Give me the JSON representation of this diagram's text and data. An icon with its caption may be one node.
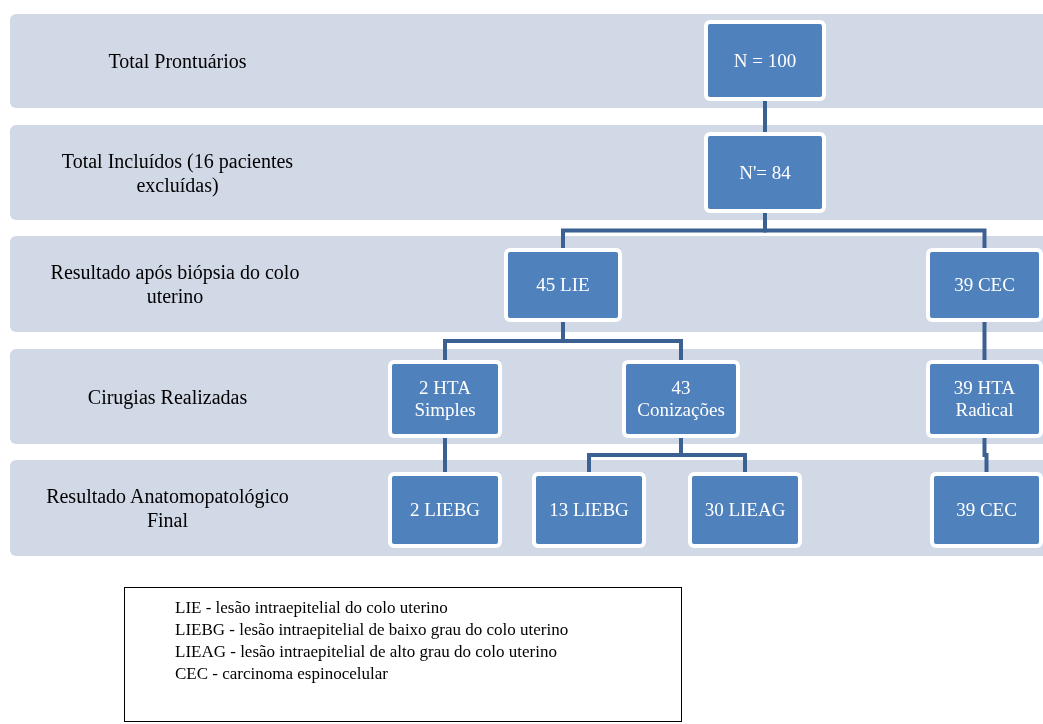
{
  "diagram": {
    "nodes": [
      {
        "text": [
          "Total Prontuários"
        ]
      },
      {
        "text": [
          "N = 100"
        ],
        "in": 0
      },
      {
        "text": [
          "Total Incluídos (16 pacientes excluídas)"
        ]
      },
      {
        "text": [
          "N'= 84"
        ],
        "in": 2
      },
      {
        "text": [
          "Resultado após biópsia do colo uterino"
        ]
      },
      {
        "text": [
          "45 LIE"
        ],
        "in": 4
      },
      {
        "text": [
          "39 CEC"
        ],
        "in": 4
      },
      {
        "text": [
          "Cirugias Realizadas"
        ]
      },
      {
        "text": [
          "2 HTA Simples"
        ],
        "in": 7
      },
      {
        "text": [
          "43 Conizações"
        ],
        "in": 7
      },
      {
        "text": [
          "39 HTA Radical"
        ],
        "in": 7
      },
      {
        "text": [
          "Resultado Anatomopatológico Final"
        ]
      },
      {
        "text": [
          "2 LIEBG"
        ],
        "in": 11
      },
      {
        "text": [
          "13 LIEBG"
        ],
        "in": 11
      },
      {
        "text": [
          "30 LIEAG"
        ],
        "in": 11
      },
      {
        "text": [
          "39 CEC"
        ],
        "in": 11
      }
    ],
    "edges": [
      {
        "from": 1,
        "to": 3,
        "arrow": "none"
      },
      {
        "from": 3,
        "to": 5,
        "arrow": "none"
      },
      {
        "from": 3,
        "to": 6,
        "arrow": "none"
      },
      {
        "from": 5,
        "to": 8,
        "arrow": "none"
      },
      {
        "from": 5,
        "to": 9,
        "arrow": "none"
      },
      {
        "from": 6,
        "to": 10,
        "arrow": "none"
      },
      {
        "from": 8,
        "to": 12,
        "arrow": "none"
      },
      {
        "from": 9,
        "to": 13,
        "arrow": "none"
      },
      {
        "from": 9,
        "to": 14,
        "arrow": "none"
      },
      {
        "from": 10,
        "to": 15,
        "arrow": "none"
      }
    ],
    "labels": [
      "LIE - lesão intraepitelial do colo uterino",
      "LIEBG - lesão intraepitelial de baixo grau do colo uterino",
      "LIEAG - lesão intraepitelial de alto grau do colo uterino",
      "CEC - carcinoma espinocelular"
    ]
  }
}
